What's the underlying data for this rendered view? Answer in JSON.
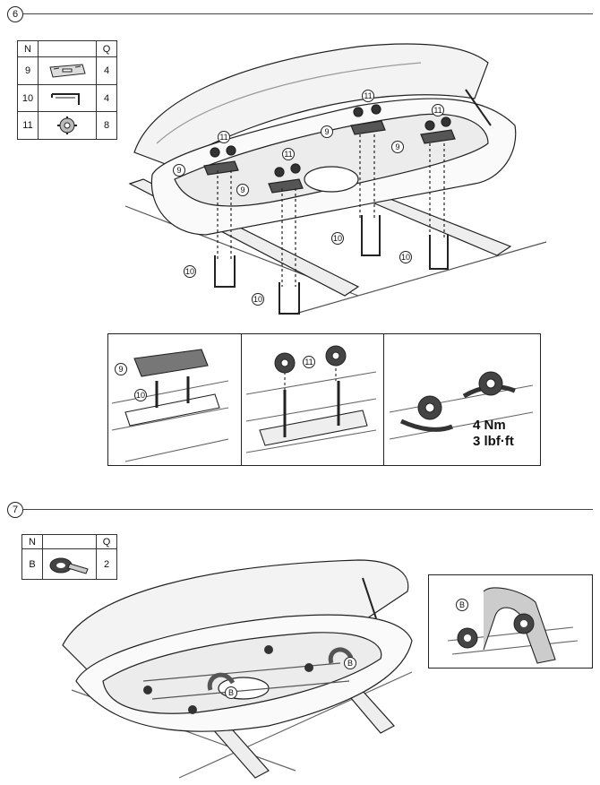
{
  "step6": {
    "number": "6",
    "table": {
      "headers": [
        "N",
        "",
        "Q"
      ],
      "rows": [
        {
          "n": "9",
          "q": "4",
          "icon": "plate-icon"
        },
        {
          "n": "10",
          "q": "4",
          "icon": "u-bolt-icon"
        },
        {
          "n": "11",
          "q": "8",
          "icon": "knob-icon"
        }
      ]
    },
    "callouts": {
      "plate": "9",
      "ubolt": "10",
      "knob": "11"
    },
    "torque": {
      "line1": "4 Nm",
      "line2": "3 lbf·ft"
    }
  },
  "step7": {
    "number": "7",
    "table": {
      "headers": [
        "N",
        "",
        "Q"
      ],
      "rows": [
        {
          "n": "B",
          "q": "2",
          "icon": "strap-icon"
        }
      ]
    },
    "callouts": {
      "strap": "B"
    }
  }
}
